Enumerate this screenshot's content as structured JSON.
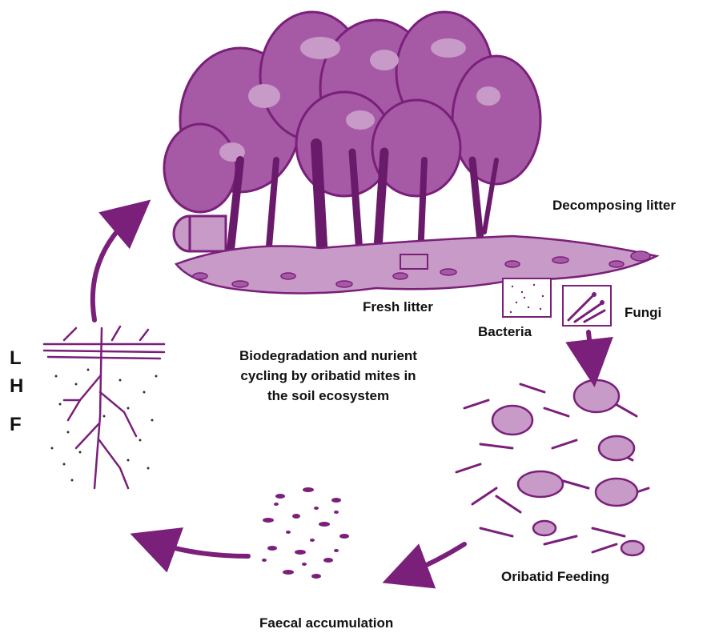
{
  "labels": {
    "decomposing_litter": "Decomposing litter",
    "fresh_litter": "Fresh litter",
    "bacteria": "Bacteria",
    "fungi": "Fungi",
    "oribatid_feeding": "Oribatid Feeding",
    "faecal_accumulation": "Faecal accumulation",
    "horizon_l": "L",
    "horizon_h": "H",
    "horizon_f": "F"
  },
  "center_caption": {
    "line1": "Biodegradation and nurient",
    "line2": "cycling by oribatid mites in",
    "line3": "the soil ecosystem"
  },
  "colors": {
    "ink": "#7a1f7a",
    "fill_light": "#c79ac7",
    "fill_mid": "#a65aa6",
    "text": "#111111"
  }
}
